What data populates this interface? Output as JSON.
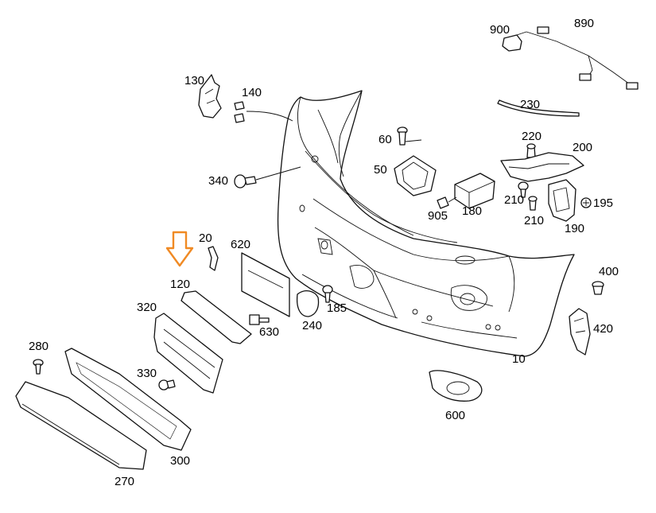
{
  "diagram": {
    "highlight_color": "#f08a24",
    "labels": {
      "p10": "10",
      "p20": "20",
      "p50": "50",
      "p60": "60",
      "p120": "120",
      "p130": "130",
      "p140": "140",
      "p180": "180",
      "p185": "185",
      "p190": "190",
      "p195": "195",
      "p200": "200",
      "p210a": "210",
      "p210b": "210",
      "p220": "220",
      "p230": "230",
      "p240": "240",
      "p270": "270",
      "p280": "280",
      "p300": "300",
      "p320": "320",
      "p330": "330",
      "p340": "340",
      "p400": "400",
      "p420": "420",
      "p600": "600",
      "p620": "620",
      "p630": "630",
      "p890": "890",
      "p900": "900",
      "p905": "905"
    }
  }
}
